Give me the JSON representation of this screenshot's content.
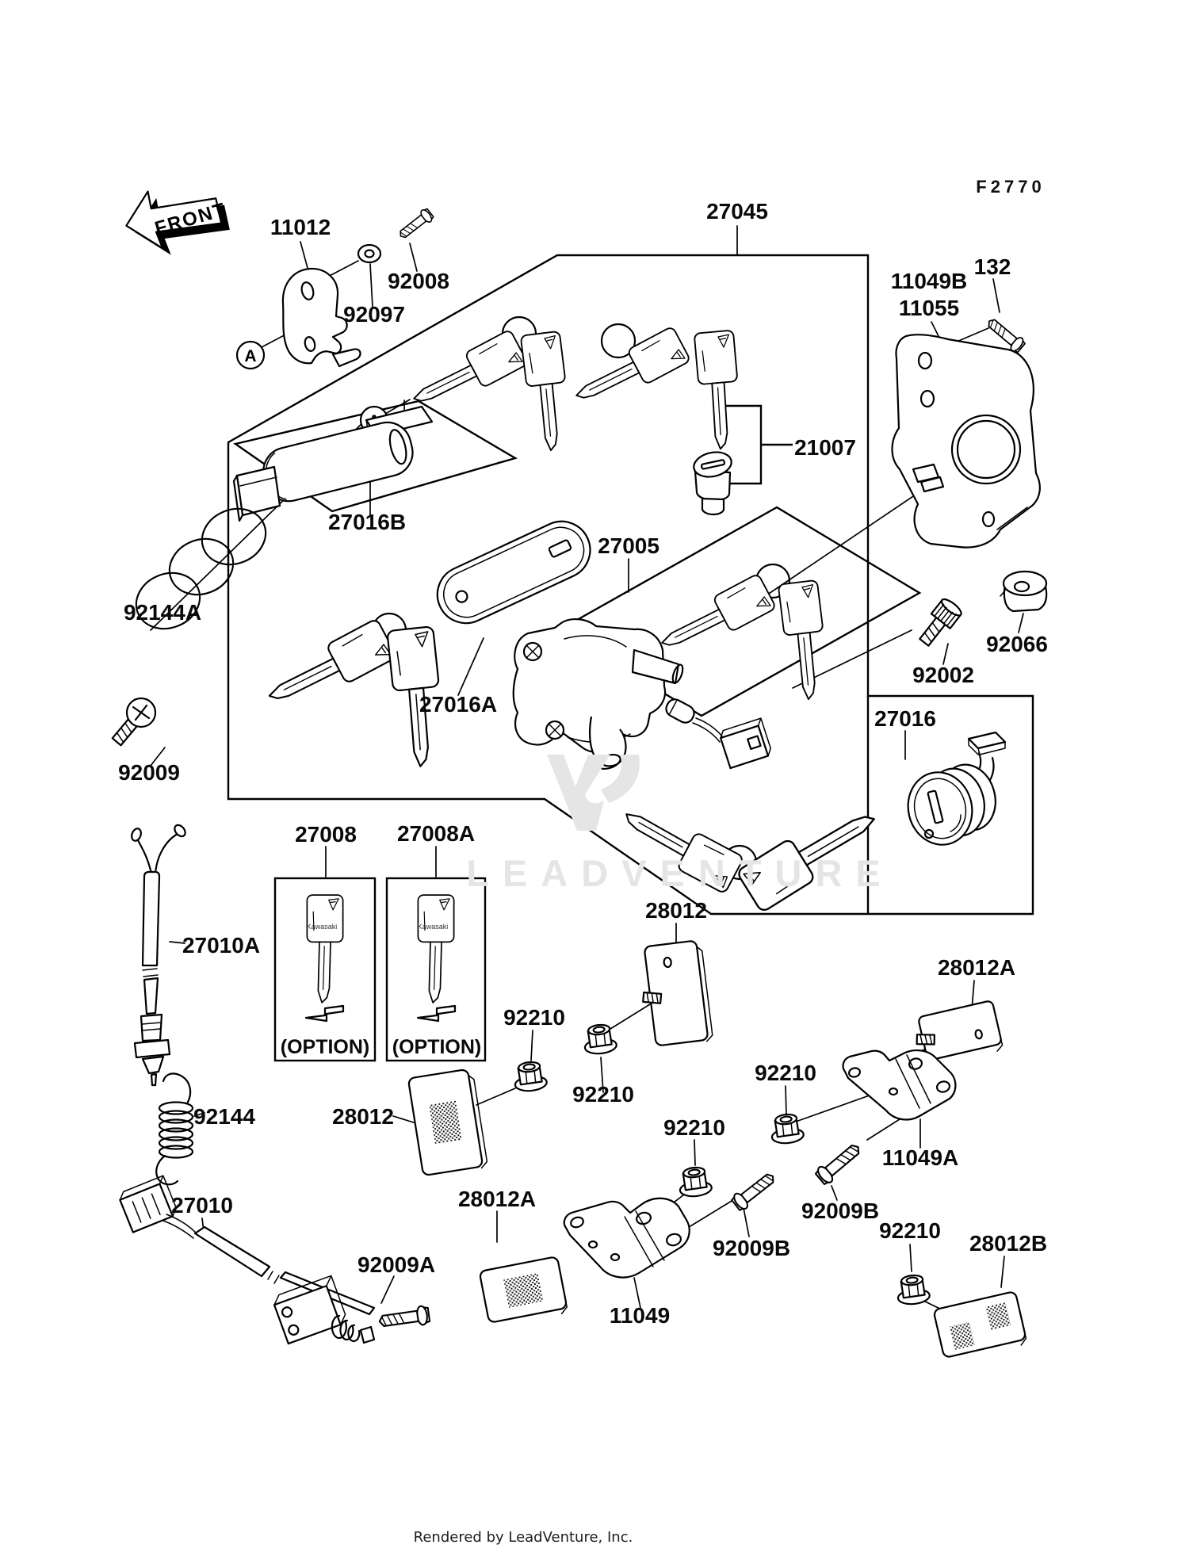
{
  "page": {
    "diagram_code": "F2770",
    "front_label": "FRONT",
    "footer_text": "Rendered by LeadVenture, Inc.",
    "watermark_text": "LEADVENTURE",
    "colors": {
      "line": "#000000",
      "background": "#ffffff",
      "watermark": "#e5e5e5"
    }
  },
  "brand": {
    "key_logo_text": "Kawasaki"
  },
  "callouts": {
    "c11012": "11012",
    "c92008": "92008",
    "c92097": "92097",
    "c27045": "27045",
    "c11049B": "11049B",
    "c11055": "11055",
    "c132": "132",
    "c21007": "21007",
    "c27016B": "27016B",
    "c92144A": "92144A",
    "c27005": "27005",
    "c92002": "92002",
    "c92066": "92066",
    "c27016A": "27016A",
    "c92009": "92009",
    "c27016": "27016",
    "c27008": "27008",
    "c27008A": "27008A",
    "option1": "(OPTION)",
    "option2": "(OPTION)",
    "c27010A": "27010A",
    "c92144": "92144",
    "c28012_left": "28012",
    "c28012_top": "28012",
    "c92210_1": "92210",
    "c92210_2": "92210",
    "c92210_3": "92210",
    "c92210_4": "92210",
    "c92210_5": "92210",
    "c28012A_right": "28012A",
    "c11049A": "11049A",
    "c92009B_right": "92009B",
    "c28012A_bottom": "28012A",
    "c27010": "27010",
    "c92009A": "92009A",
    "c11049": "11049",
    "c92009B_bottom": "92009B",
    "c28012B": "28012B",
    "detail_marker": "A"
  }
}
